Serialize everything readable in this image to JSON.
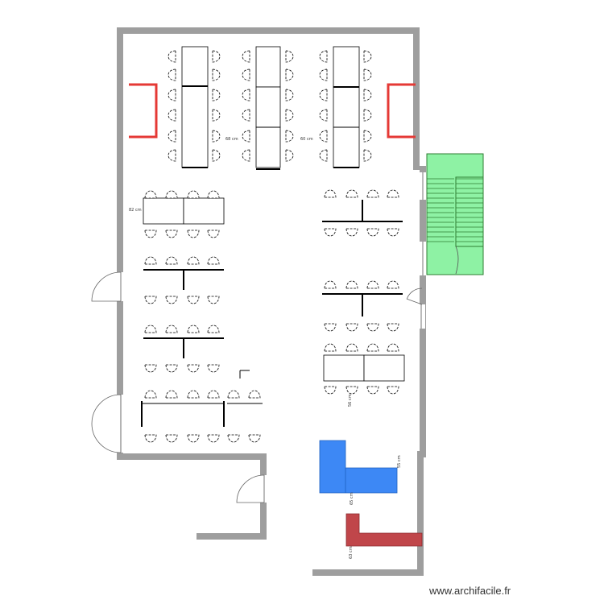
{
  "colors": {
    "wall": "#9e9e9e",
    "stage_red": "#e53935",
    "stairs": "#8ef2a4",
    "stairs_stroke": "#2e7d32",
    "blue_block": "#3d88f5",
    "red_block": "#c0464a",
    "furniture": "#000000",
    "background": "#ffffff"
  },
  "dimensions": {
    "d1": "68 cm",
    "d2": "60 cm",
    "d3": "82 cm",
    "d4": "56 cm",
    "d5": "55 cm",
    "d6": "65 cm",
    "d7": "63 cm"
  },
  "watermark": "www.archifacile.fr",
  "icons": {
    "chair": "chair-icon",
    "door": "door-icon",
    "staircase": "staircase-icon"
  }
}
